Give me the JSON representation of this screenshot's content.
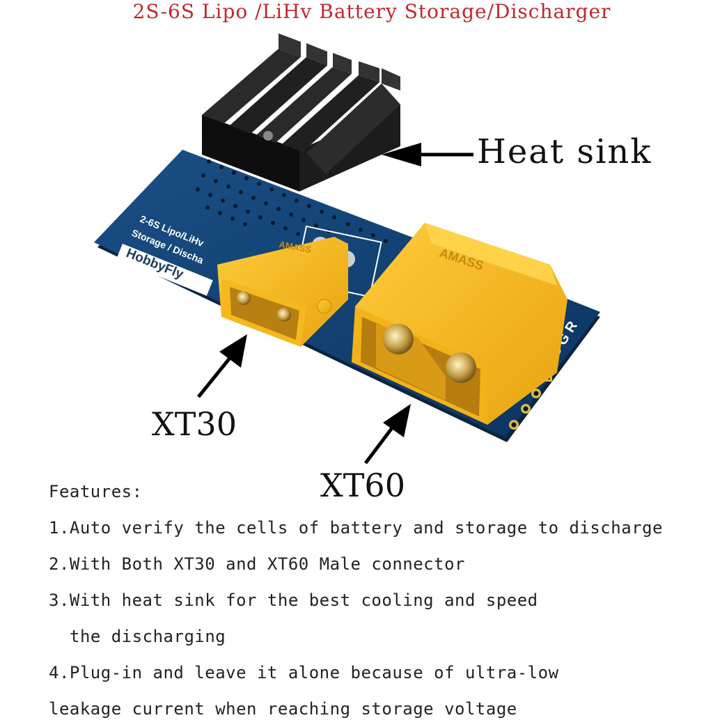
{
  "title": "2S-6S Lipo /LiHv Battery Storage/Discharger",
  "callouts": {
    "heat_sink": "Heat sink",
    "xt30": "XT30",
    "xt60": "XT60"
  },
  "board": {
    "silkscreen_line1": "2-6S Lipo/LiHv",
    "silkscreen_line2": "Storage / Discha",
    "brand": "HobbyFly",
    "pin_labels": "VSGR",
    "connector_brand": "AMASS",
    "pcb_color": "#0f3e6e",
    "connector_color": "#f2b51c",
    "heatsink_color": "#1a1a1a"
  },
  "features": {
    "heading": "Features:",
    "lines": [
      "1.Auto verify the cells of battery and storage to discharge",
      "2.With Both XT30 and XT60 Male connector",
      "3.With heat sink for the best cooling and speed",
      "the discharging",
      "4.Plug-in and leave it alone because of ultra-low",
      "leakage current when reaching storage voltage"
    ]
  }
}
